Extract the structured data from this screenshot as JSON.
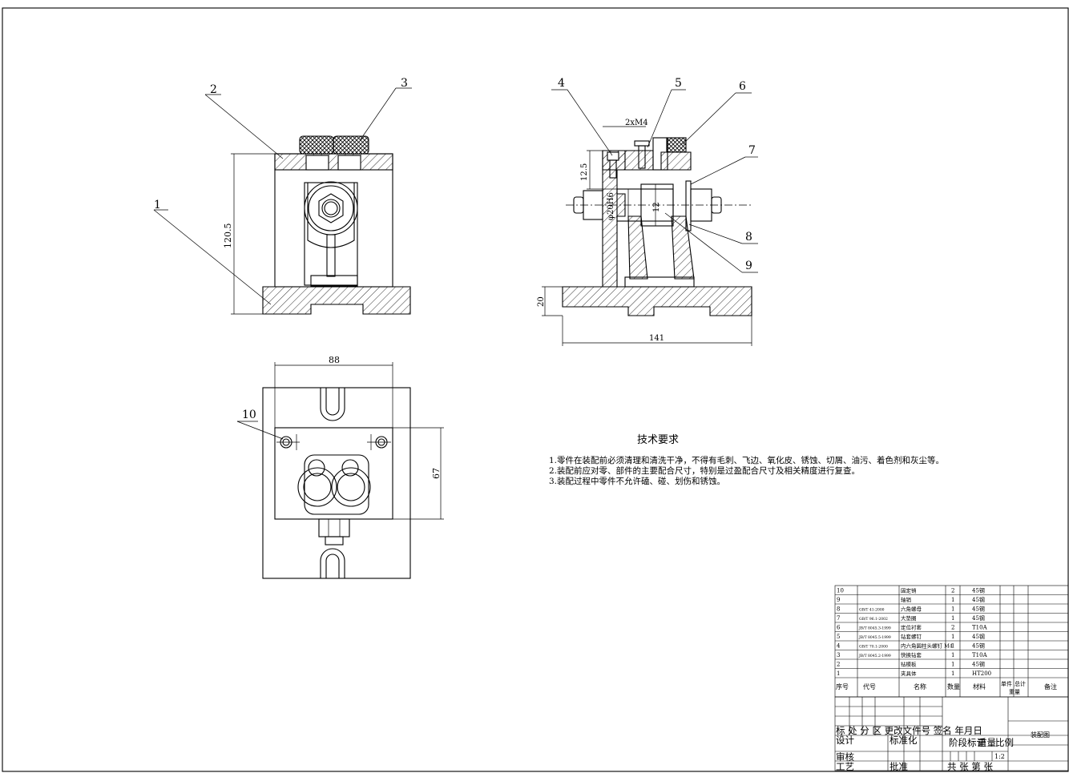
{
  "part_labels": [
    "1",
    "2",
    "3",
    "4",
    "5",
    "6",
    "7",
    "8",
    "9",
    "10"
  ],
  "dimensions": {
    "front_height": "120.5",
    "thread": "2xM4",
    "side_12_5": "12.5",
    "side_diameter": "φ20H6",
    "side_12": "12",
    "base_height": "20",
    "side_width": "141",
    "top_width": "88",
    "top_height": "67"
  },
  "tech_requirements": {
    "title": "技术要求",
    "items": [
      "1.零件在装配前必须清理和清洗干净，不得有毛刺、飞边、氧化皮、锈蚀、切屑、油污、着色剂和灰尘等。",
      "2.装配前应对零、部件的主要配合尺寸，特别是过盈配合尺寸及相关精度进行复查。",
      "3.装配过程中零件不允许磕、碰、划伤和锈蚀。"
    ]
  },
  "bom": {
    "rows": [
      {
        "no": "10",
        "code": "",
        "name": "固定销",
        "qty": "2",
        "material": "45钢"
      },
      {
        "no": "9",
        "code": "",
        "name": "轴销",
        "qty": "1",
        "material": "45钢"
      },
      {
        "no": "8",
        "code": "GB/T 41-2000",
        "name": "六角螺母",
        "qty": "1",
        "material": "45钢"
      },
      {
        "no": "7",
        "code": "GB/T 96.1-2002",
        "name": "大垫圈",
        "qty": "1",
        "material": "45钢"
      },
      {
        "no": "6",
        "code": "JB/T 8045.3-1999",
        "name": "定位衬套",
        "qty": "2",
        "material": "T10A"
      },
      {
        "no": "5",
        "code": "JB/T 8045.5-1999",
        "name": "钻套螺钉",
        "qty": "1",
        "material": "45钢"
      },
      {
        "no": "4",
        "code": "GB/T 70.1-2000",
        "name": "内六角圆柱头螺钉 M4",
        "qty": "1",
        "material": "45钢"
      },
      {
        "no": "3",
        "code": "JB/T 8045.2-1999",
        "name": "快换钻套",
        "qty": "1",
        "material": "T10A"
      },
      {
        "no": "2",
        "code": "",
        "name": "钻模板",
        "qty": "1",
        "material": "45钢"
      },
      {
        "no": "1",
        "code": "",
        "name": "夹具体",
        "qty": "1",
        "material": "HT200"
      }
    ],
    "headers": {
      "no": "序号",
      "code": "代号",
      "name": "名称",
      "qty": "数量",
      "material": "材料",
      "unit": "单件",
      "total": "总计",
      "weight": "重量",
      "remark": "备注"
    }
  },
  "title_block": {
    "row_labels": "标 处 分 区 更改文件号 签名 年月日",
    "design": "设计",
    "standardize": "标准化",
    "review": "审核",
    "process": "工艺",
    "approve": "批准",
    "stage_mark": "阶段标记",
    "weight": "重量",
    "scale": "比例",
    "scale_value": "1:2",
    "sheets": "共    张 第    张",
    "drawing_name": "装配图"
  }
}
